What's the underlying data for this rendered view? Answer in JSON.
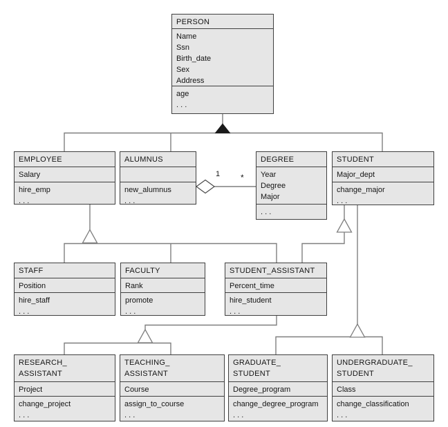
{
  "classes": {
    "person": {
      "name": "PERSON",
      "attributes": [
        "Name",
        "Ssn",
        "Birth_date",
        "Sex",
        "Address"
      ],
      "operations": [
        "age",
        ". . ."
      ]
    },
    "employee": {
      "name": "EMPLOYEE",
      "attributes": [
        "Salary"
      ],
      "operations": [
        "hire_emp",
        ". . ."
      ]
    },
    "alumnus": {
      "name": "ALUMNUS",
      "attributes": [],
      "operations": [
        "new_alumnus",
        ". . ."
      ]
    },
    "degree": {
      "name": "DEGREE",
      "attributes": [
        "Year",
        "Degree",
        "Major"
      ],
      "operations": [
        ". . ."
      ]
    },
    "student": {
      "name": "STUDENT",
      "attributes": [
        "Major_dept"
      ],
      "operations": [
        "change_major",
        ". . ."
      ]
    },
    "staff": {
      "name": "STAFF",
      "attributes": [
        "Position"
      ],
      "operations": [
        "hire_staff",
        ". . ."
      ]
    },
    "faculty": {
      "name": "FACULTY",
      "attributes": [
        "Rank"
      ],
      "operations": [
        "promote",
        ". . ."
      ]
    },
    "student_assistant": {
      "name": "STUDENT_ASSISTANT",
      "attributes": [
        "Percent_time"
      ],
      "operations": [
        "hire_student",
        ". . ."
      ]
    },
    "research_assistant": {
      "name": [
        "RESEARCH_",
        "ASSISTANT"
      ],
      "attributes": [
        "Project"
      ],
      "operations": [
        "change_project",
        ". . ."
      ]
    },
    "teaching_assistant": {
      "name": [
        "TEACHING_",
        "ASSISTANT"
      ],
      "attributes": [
        "Course"
      ],
      "operations": [
        "assign_to_course",
        ". . ."
      ]
    },
    "graduate_student": {
      "name": [
        "GRADUATE_",
        "STUDENT"
      ],
      "attributes": [
        "Degree_program"
      ],
      "operations": [
        "change_degree_program",
        ". . ."
      ]
    },
    "undergraduate_student": {
      "name": [
        "UNDERGRADUATE_",
        "STUDENT"
      ],
      "attributes": [
        "Class"
      ],
      "operations": [
        "change_classification",
        ". . ."
      ]
    }
  },
  "aggregation": {
    "multiplicity_alumnus_side": "1",
    "multiplicity_degree_side": "*"
  },
  "colors": {
    "box_fill": "#e6e6e6",
    "box_border": "#3f3f3f",
    "connector": "#7f7f7f",
    "filled_triangle": "#1a1a1a"
  }
}
